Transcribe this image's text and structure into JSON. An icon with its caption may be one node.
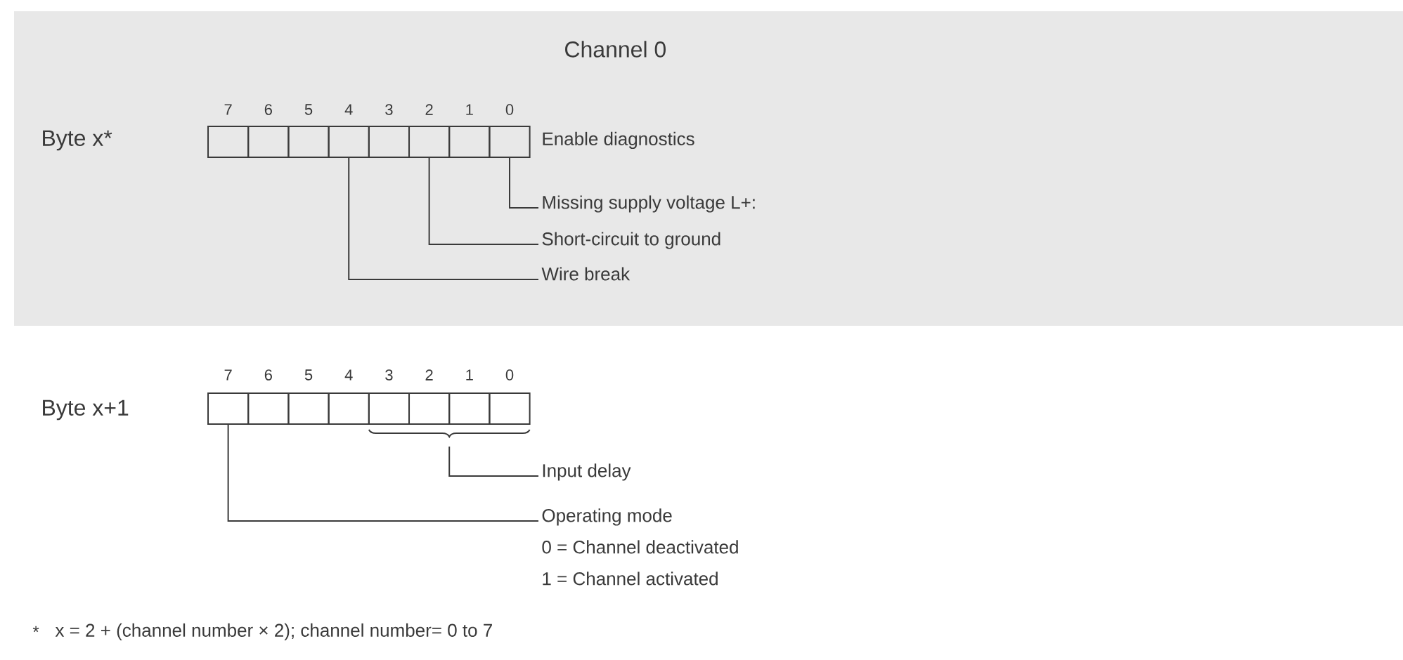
{
  "diagram": {
    "nodes": [
      {
        "text": [
          "Channel 0"
        ]
      },
      {
        "text": [],
        "shape": "box",
        "in": 0
      },
      {
        "text": [],
        "shape": "box",
        "in": 0
      },
      {
        "text": [],
        "shape": "box",
        "in": 0
      },
      {
        "text": [],
        "shape": "box",
        "in": 0
      },
      {
        "text": [],
        "shape": "box",
        "in": 0
      },
      {
        "text": [],
        "shape": "box",
        "in": 0
      },
      {
        "text": [],
        "shape": "box",
        "in": 0
      },
      {
        "text": [],
        "shape": "box",
        "in": 0
      },
      {
        "text": [
          "Missing supply voltage L+:"
        ],
        "in": 0
      },
      {
        "text": [
          "Short-circuit to ground"
        ],
        "in": 0
      },
      {
        "text": [
          "Wire break"
        ],
        "in": 0
      },
      {
        "text": [],
        "shape": "box"
      },
      {
        "text": [],
        "shape": "box"
      },
      {
        "text": [],
        "shape": "box"
      },
      {
        "text": [],
        "shape": "box"
      },
      {
        "text": [],
        "shape": "box"
      },
      {
        "text": [],
        "shape": "box"
      },
      {
        "text": [],
        "shape": "box"
      },
      {
        "text": [],
        "shape": "box"
      },
      {
        "text": [
          "Input delay"
        ]
      },
      {
        "text": [
          "Operating mode",
          "0 = Channel deactivated",
          "1 = Channel activated"
        ]
      }
    ],
    "edges": [
      {
        "from": 9,
        "to": 8,
        "arrow": "none"
      },
      {
        "from": 10,
        "to": 6,
        "arrow": "none"
      },
      {
        "from": 11,
        "to": 4,
        "arrow": "none"
      },
      {
        "from": 20,
        "to": null,
        "arrow": "none"
      },
      {
        "from": 21,
        "to": 12,
        "arrow": "none"
      }
    ],
    "labels": [
      "Byte x*",
      "7",
      "6",
      "5",
      "4",
      "3",
      "2",
      "1",
      "0",
      "Enable diagnostics",
      "Byte x+1",
      "7",
      "6",
      "5",
      "4",
      "3",
      "2",
      "1",
      "0",
      "*",
      "x = 2 + (channel number × 2); channel number= 0 to 7"
    ]
  }
}
